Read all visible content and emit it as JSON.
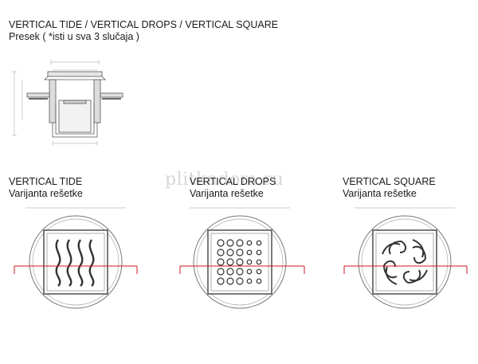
{
  "header": {
    "title": "VERTICAL TIDE / VERTICAL DROPS / VERTICAL SQUARE",
    "subtitle": "Presek ( *isti u sva 3 slučaja )"
  },
  "variants": [
    {
      "title": "VERTICAL TIDE",
      "subtitle": "Varijanta rešetke",
      "pattern": "wave"
    },
    {
      "title": "VERTICAL DROPS",
      "subtitle": "Varijanta rešetke",
      "pattern": "dots"
    },
    {
      "title": "VERTICAL SQUARE",
      "subtitle": "Varijanta rešetke",
      "pattern": "swirl"
    }
  ],
  "watermark": "plitkadom.ru",
  "colors": {
    "line": "#555555",
    "section_line": "#d0191e",
    "dimension": "#999999"
  }
}
